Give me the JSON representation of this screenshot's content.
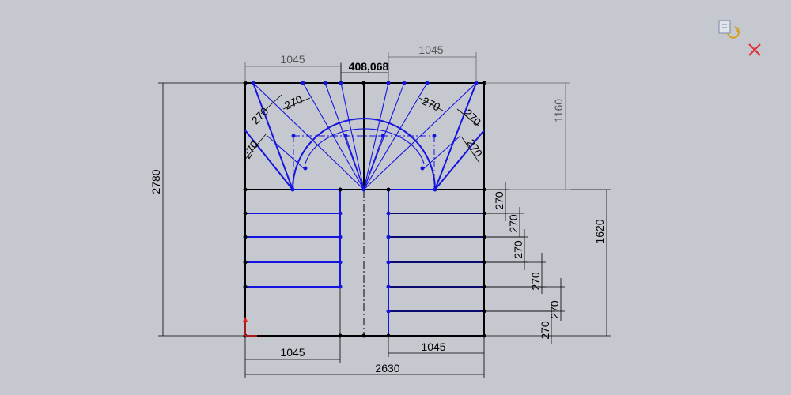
{
  "dimensions": {
    "top_left_width": "1045",
    "top_center_gap": "408,068",
    "top_right_width": "1045",
    "total_height": "2780",
    "upper_height": "1160",
    "lower_height": "1620",
    "bottom_left_width": "1045",
    "bottom_right_width": "1045",
    "total_width": "2630",
    "winder_step": "270",
    "straight_step": "270"
  },
  "icons": {
    "confirm": "confirm-rebuild-icon",
    "cancel": "cancel-x-icon"
  },
  "colors": {
    "background": "#c5c8cf",
    "sketch_blue": "#1515e0",
    "confirm_red": "#e0303a"
  }
}
